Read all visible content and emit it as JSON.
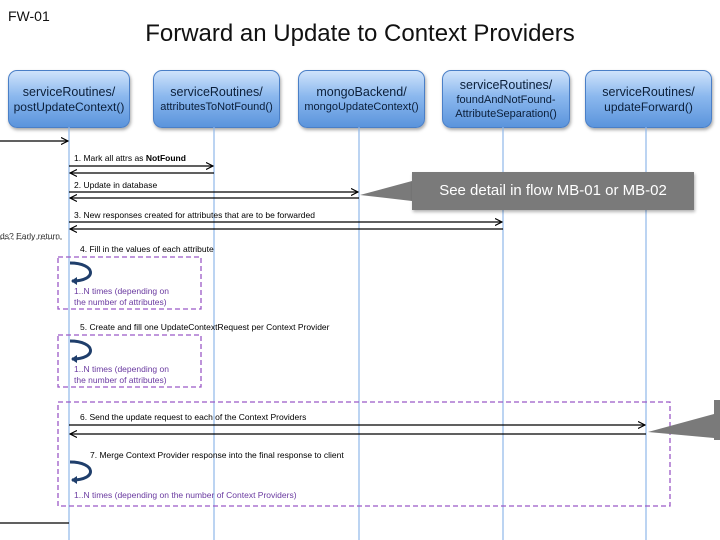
{
  "flow_id": "FW-01",
  "title": "Forward an Update to Context Providers",
  "participants": [
    {
      "line1": "serviceRoutines/",
      "line2": "postUpdateContext()"
    },
    {
      "line1": "serviceRoutines/",
      "line2": "attributesToNotFound()"
    },
    {
      "line1": "mongoBackend/",
      "line2": "mongoUpdateContext()"
    },
    {
      "line1": "serviceRoutines/",
      "line2": "foundAndNotFound-",
      "line3": "AttributeSeparation()"
    },
    {
      "line1": "serviceRoutines/",
      "line2": "updateForward()"
    }
  ],
  "messages": {
    "m1_prefix": "1. Mark all attrs as ",
    "m1_bold": "NotFound",
    "m2": "2. Update in database",
    "m3": "3. New responses created for attributes that are to be forwarded",
    "m4": "4. Fill in the values of each attribute",
    "m5": "5. Create and fill one UpdateContextRequest  per Context Provider",
    "m6": "6. Send the update request to each of the Context Providers",
    "m7": "7. Merge Context Provider response into the final response to client"
  },
  "loops": {
    "l1_line1": "1..N times (depending on",
    "l1_line2": "the number of attributes)",
    "l2_line1": "1..N times (depending on",
    "l2_line2": "the number of attributes)",
    "l3": "1..N times (depending on the number of Context Providers)"
  },
  "early_return": "ds? Early return",
  "callout": "See detail in flow MB-01 or MB-02",
  "colors": {
    "box_fill": "#6fa3e4",
    "lifeline": "#8fb7e8",
    "loop_border": "#9b59c6",
    "callout_fill": "#7a7a7a"
  }
}
